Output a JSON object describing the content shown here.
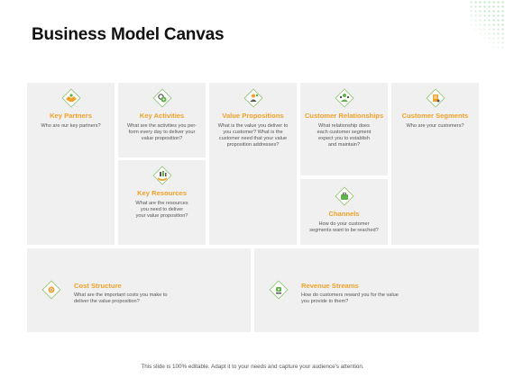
{
  "slide": {
    "title": "Business Model Canvas",
    "footer": "This slide is 100% editable. Adapt it to your needs and capture your audience's attention."
  },
  "colors": {
    "accent": "#f0a129",
    "icon_green": "#62b24b",
    "icon_border": "#8cc26f",
    "block_bg": "#f0f0f0"
  },
  "blocks": {
    "key_partners": {
      "title": "Key Partners",
      "desc": "Who are our key partners?",
      "icon": "handshake-icon"
    },
    "key_activities": {
      "title": "Key Activities",
      "desc": "What are the activities you per-\nform every day to deliver your\nvalue proposition?",
      "icon": "gears-icon"
    },
    "key_resources": {
      "title": "Key Resources",
      "desc": "What are the resources\nyou need to deliver\nyour value proposition?",
      "icon": "hand-resources-icon"
    },
    "value_propositions": {
      "title": "Value Propositions",
      "desc": "What is the value you deliver to\nyou customer? What is the\ncustomer need that your value\nproposition addresses?",
      "icon": "value-icon"
    },
    "customer_relationships": {
      "title": "Customer Relationships",
      "desc": "What relationship does\neach customer segment\nexpect you to establish\nand maintain?",
      "icon": "relationship-icon"
    },
    "channels": {
      "title": "Channels",
      "desc": "How do your customer\nsegments want to be reached?",
      "icon": "briefcase-icon"
    },
    "customer_segments": {
      "title": "Customer Segments",
      "desc": "Who are your customers?",
      "icon": "segments-icon"
    },
    "cost_structure": {
      "title": "Cost Structure",
      "desc": "What are the important costs you make to\ndeliver the value proposition?",
      "icon": "cost-icon"
    },
    "revenue_streams": {
      "title": "Revenue Streams",
      "desc": "How do customers reward you for the value\nyou provide to them?",
      "icon": "revenue-icon"
    }
  }
}
